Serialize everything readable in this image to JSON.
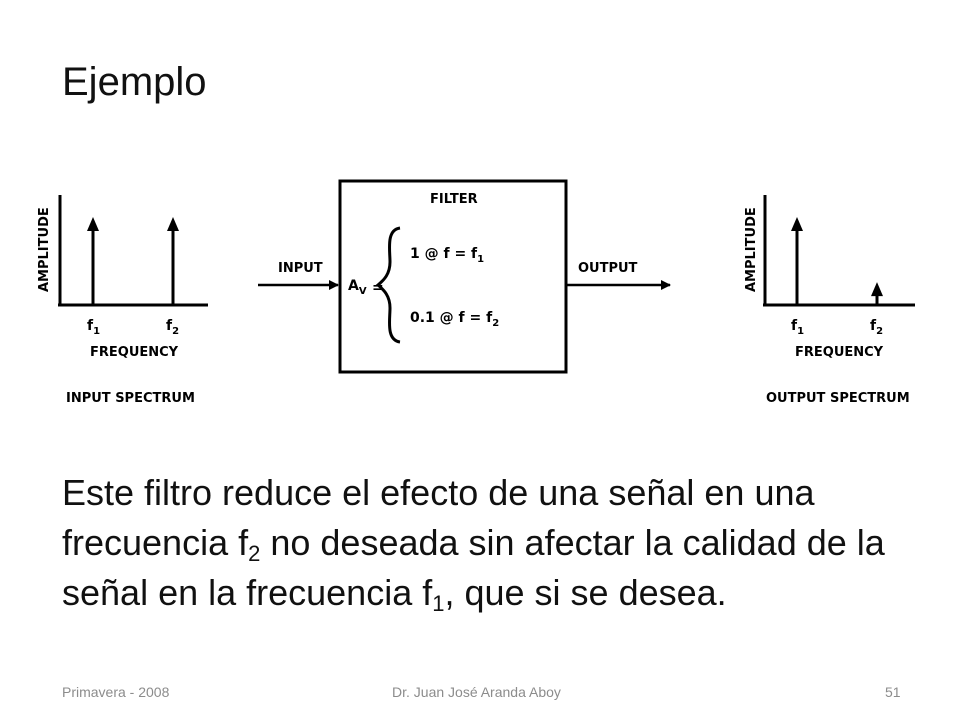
{
  "slide": {
    "title": "Ejemplo"
  },
  "diagram": {
    "input_spectrum": {
      "y_label": "AMPLITUDE",
      "x_label": "FREQUENCY",
      "caption": "INPUT SPECTRUM",
      "f1": "f",
      "f1_sub": "1",
      "f2": "f",
      "f2_sub": "2",
      "amplitude_f1": 1.0,
      "amplitude_f2": 1.0
    },
    "filter": {
      "title": "FILTER",
      "input_label": "INPUT",
      "output_label": "OUTPUT",
      "gain_symbol": "A",
      "gain_sub": "V",
      "eq1": "1 @ f = f",
      "eq1_sub": "1",
      "eq2": "0.1 @ f = f",
      "eq2_sub": "2"
    },
    "output_spectrum": {
      "y_label": "AMPLITUDE",
      "x_label": "FREQUENCY",
      "caption": "OUTPUT SPECTRUM",
      "f1": "f",
      "f1_sub": "1",
      "f2": "f",
      "f2_sub": "2",
      "amplitude_f1": 1.0,
      "amplitude_f2": 0.1
    }
  },
  "body": {
    "part1": "Este filtro reduce el efecto de una señal en una frecuencia f",
    "sub1": "2",
    "part2": " no deseada sin afectar la calidad de la señal en la frecuencia f",
    "sub2": "1",
    "part3": ", que si se desea."
  },
  "footer": {
    "left": "Primavera - 2008",
    "center": "Dr. Juan José Aranda Aboy",
    "right": "51"
  }
}
